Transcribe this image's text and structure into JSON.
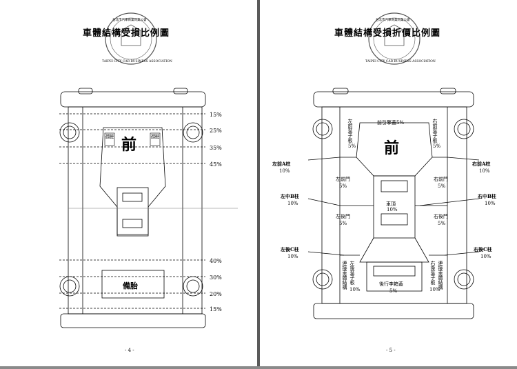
{
  "left_page": {
    "title": "車體結構受損比例圖",
    "front_label": "前",
    "front_tag_left": "避震器座",
    "front_tag_right": "避震器座",
    "spare_label": "備胎",
    "percent_top": [
      "15%",
      "25%",
      "35%",
      "45%"
    ],
    "percent_bottom": [
      "40%",
      "30%",
      "20%",
      "15%"
    ],
    "page_number": "- 4 -"
  },
  "right_page": {
    "title": "車體結構受損折價比例圖",
    "front_label": "前",
    "hood": "前引擎蓋5%",
    "roof_label": "車頂",
    "roof_pct": "10%",
    "trunk_label": "後行李箱蓋",
    "trunk_pct": "5%",
    "left_front_fender": "左前葉子板",
    "left_front_fender_pct": "5%",
    "right_front_fender": "右前葉子板",
    "right_front_fender_pct": "5%",
    "left_front_door": "左前門",
    "left_front_door_pct": "5%",
    "right_front_door": "右前門",
    "right_front_door_pct": "5%",
    "left_rear_door": "左後門",
    "left_rear_door_pct": "5%",
    "right_rear_door": "右後門",
    "right_rear_door_pct": "5%",
    "left_rear_fender": "左後葉子板",
    "left_rear_fender_pct": "10%",
    "right_rear_fender": "右後葉子板",
    "right_rear_fender_pct": "10%",
    "left_weld": "連接車體結構",
    "right_weld": "連接車體結構",
    "pillar_a_left": "左前A柱",
    "pillar_a_left_pct": "10%",
    "pillar_a_right": "右前A柱",
    "pillar_a_right_pct": "10%",
    "pillar_b_left": "左中B柱",
    "pillar_b_left_pct": "10%",
    "pillar_b_right": "右中B柱",
    "pillar_b_right_pct": "10%",
    "pillar_c_left": "左後C柱",
    "pillar_c_left_pct": "10%",
    "pillar_c_right": "右後C柱",
    "pillar_c_right_pct": "10%",
    "page_number": "- 5 -"
  },
  "seal": {
    "text_top": "台北市汽車商業同業公會",
    "text_bottom": "TAIPEI CITY CAR BUSINESS ASSOCIATION"
  },
  "colors": {
    "ink": "#000000",
    "background": "#8a8a8a",
    "paper": "#ffffff"
  }
}
